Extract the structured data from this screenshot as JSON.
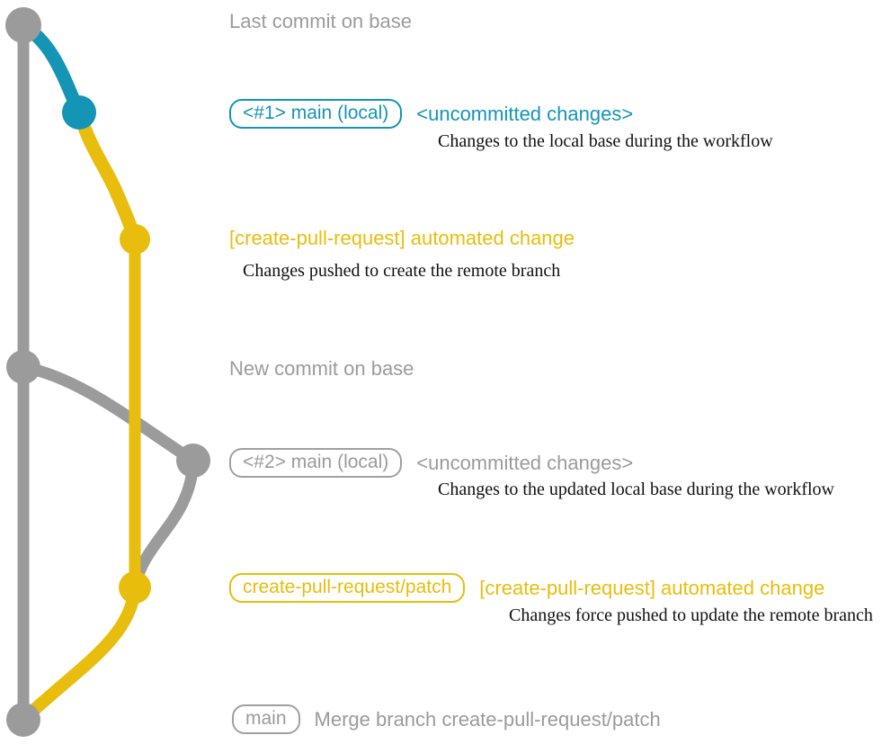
{
  "diagram": {
    "title": "create-pull-request git history graph",
    "colors": {
      "base_gray": "#9b9b9b",
      "line_gray": "#9b9b9b",
      "local_blue": "#1495b6",
      "remote_yellow": "#e8bd0d",
      "description_text": "#111111",
      "background": "#ffffff"
    }
  },
  "commits": [
    {
      "id": "last-commit-on-base",
      "badge": null,
      "subject": "Last commit on base",
      "subject_color": "#9b9b9b",
      "description": null,
      "node_color": "#9b9b9b"
    },
    {
      "id": "local-1",
      "badge": "<#1> main (local)",
      "badge_color": "#1495b6",
      "subject": "<uncommitted changes>",
      "subject_color": "#1495b6",
      "description": "Changes to the local base during the workflow",
      "node_color": "#1495b6"
    },
    {
      "id": "automated-change-1",
      "badge": null,
      "subject": "[create-pull-request] automated change",
      "subject_color": "#e8bd0d",
      "description": "Changes pushed to create the remote branch",
      "node_color": "#e8bd0d"
    },
    {
      "id": "new-commit-on-base",
      "badge": null,
      "subject": "New commit on base",
      "subject_color": "#9b9b9b",
      "description": null,
      "node_color": "#9b9b9b"
    },
    {
      "id": "local-2",
      "badge": "<#2> main (local)",
      "badge_color": "#9b9b9b",
      "subject": "<uncommitted changes>",
      "subject_color": "#9b9b9b",
      "description": "Changes to the updated local base during the workflow",
      "node_color": "#9b9b9b"
    },
    {
      "id": "automated-change-2",
      "badge": "create-pull-request/patch",
      "badge_color": "#e8bd0d",
      "subject": "[create-pull-request] automated change",
      "subject_color": "#e8bd0d",
      "description": "Changes force pushed to update the remote branch",
      "node_color": "#e8bd0d"
    },
    {
      "id": "merge-commit",
      "badge": "main",
      "badge_color": "#9b9b9b",
      "subject": "Merge branch create-pull-request/patch",
      "subject_color": "#9b9b9b",
      "description": null,
      "node_color": "#9b9b9b"
    }
  ]
}
